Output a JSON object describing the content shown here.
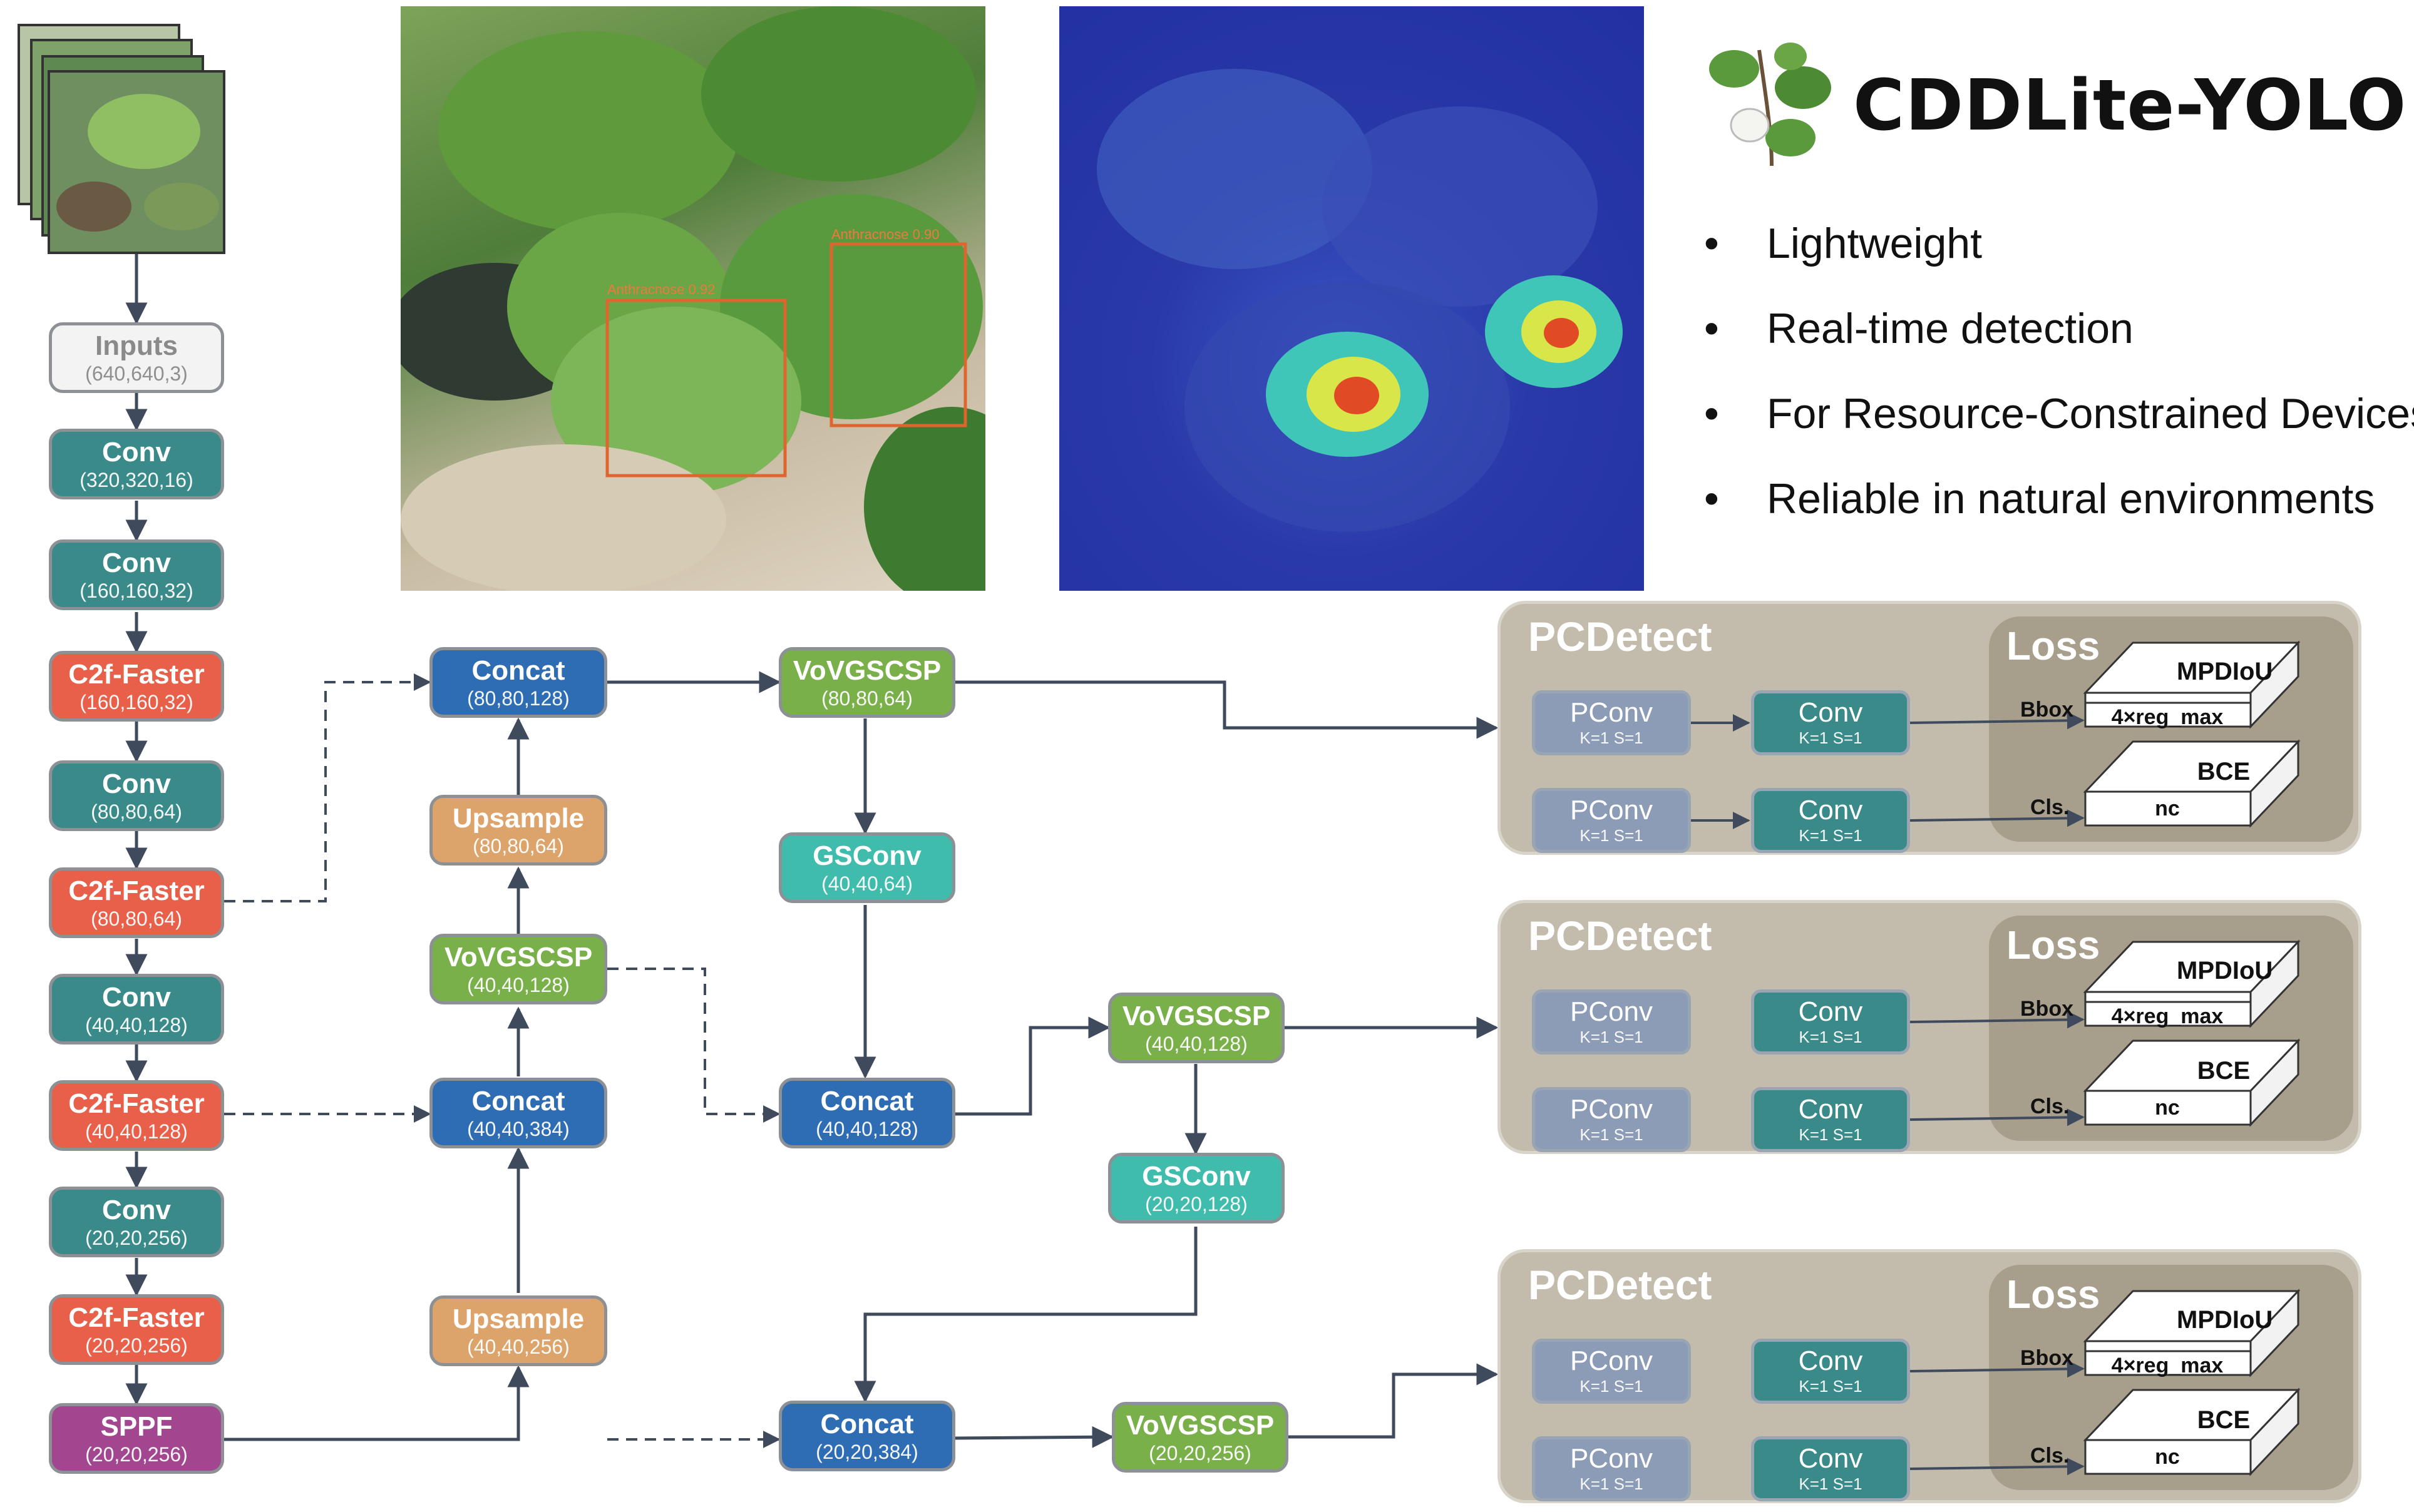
{
  "brand": {
    "title": "CDDLite-YOLO"
  },
  "features": [
    "Lightweight",
    "Real-time detection",
    "For Resource-Constrained Devices",
    "Reliable in natural environments"
  ],
  "detections": [
    {
      "label": "Anthracnose 0.92"
    },
    {
      "label": "Anthracnose 0.90"
    }
  ],
  "backbone": [
    {
      "title": "Inputs",
      "shape": "(640,640,3)"
    },
    {
      "title": "Conv",
      "shape": "(320,320,16)"
    },
    {
      "title": "Conv",
      "shape": "(160,160,32)"
    },
    {
      "title": "C2f-Faster",
      "shape": "(160,160,32)"
    },
    {
      "title": "Conv",
      "shape": "(80,80,64)"
    },
    {
      "title": "C2f-Faster",
      "shape": "(80,80,64)"
    },
    {
      "title": "Conv",
      "shape": "(40,40,128)"
    },
    {
      "title": "C2f-Faster",
      "shape": "(40,40,128)"
    },
    {
      "title": "Conv",
      "shape": "(20,20,256)"
    },
    {
      "title": "C2f-Faster",
      "shape": "(20,20,256)"
    },
    {
      "title": "SPPF",
      "shape": "(20,20,256)"
    }
  ],
  "neck": {
    "concat_top": {
      "title": "Concat",
      "shape": "(80,80,128)"
    },
    "upsample_top": {
      "title": "Upsample",
      "shape": "(80,80,64)"
    },
    "vov_mid_left": {
      "title": "VoVGSCSP",
      "shape": "(40,40,128)"
    },
    "concat_mid_left": {
      "title": "Concat",
      "shape": "(40,40,384)"
    },
    "upsample_bottom": {
      "title": "Upsample",
      "shape": "(40,40,256)"
    },
    "vov_top": {
      "title": "VoVGSCSP",
      "shape": "(80,80,64)"
    },
    "gsconv_top": {
      "title": "GSConv",
      "shape": "(40,40,64)"
    },
    "concat_mid": {
      "title": "Concat",
      "shape": "(40,40,128)"
    },
    "vov_mid": {
      "title": "VoVGSCSP",
      "shape": "(40,40,128)"
    },
    "gsconv_mid": {
      "title": "GSConv",
      "shape": "(20,20,128)"
    },
    "concat_bottom": {
      "title": "Concat",
      "shape": "(20,20,384)"
    },
    "vov_bottom": {
      "title": "VoVGSCSP",
      "shape": "(20,20,256)"
    }
  },
  "head": {
    "title": "PCDetect",
    "loss_title": "Loss",
    "pconv": {
      "title": "PConv",
      "params": "K=1 S=1"
    },
    "conv": {
      "title": "Conv",
      "params": "K=1 S=1"
    },
    "bbox_label": "Bbox",
    "cls_label": "Cls.",
    "mpdiou": "MPDIoU",
    "reg": "4×reg_max",
    "bce": "BCE",
    "nc": "nc"
  },
  "colors": {
    "conv": "#3a8a8a",
    "c2f": "#e8604a",
    "sppf": "#a2478f",
    "concat": "#2e6db3",
    "upsample": "#dca46a",
    "vovgscsp": "#7ab04a",
    "gsconv": "#3fbcac",
    "pconv": "#8c9cb6",
    "panel": "#c3bcad",
    "loss_panel": "#a79e8c"
  }
}
